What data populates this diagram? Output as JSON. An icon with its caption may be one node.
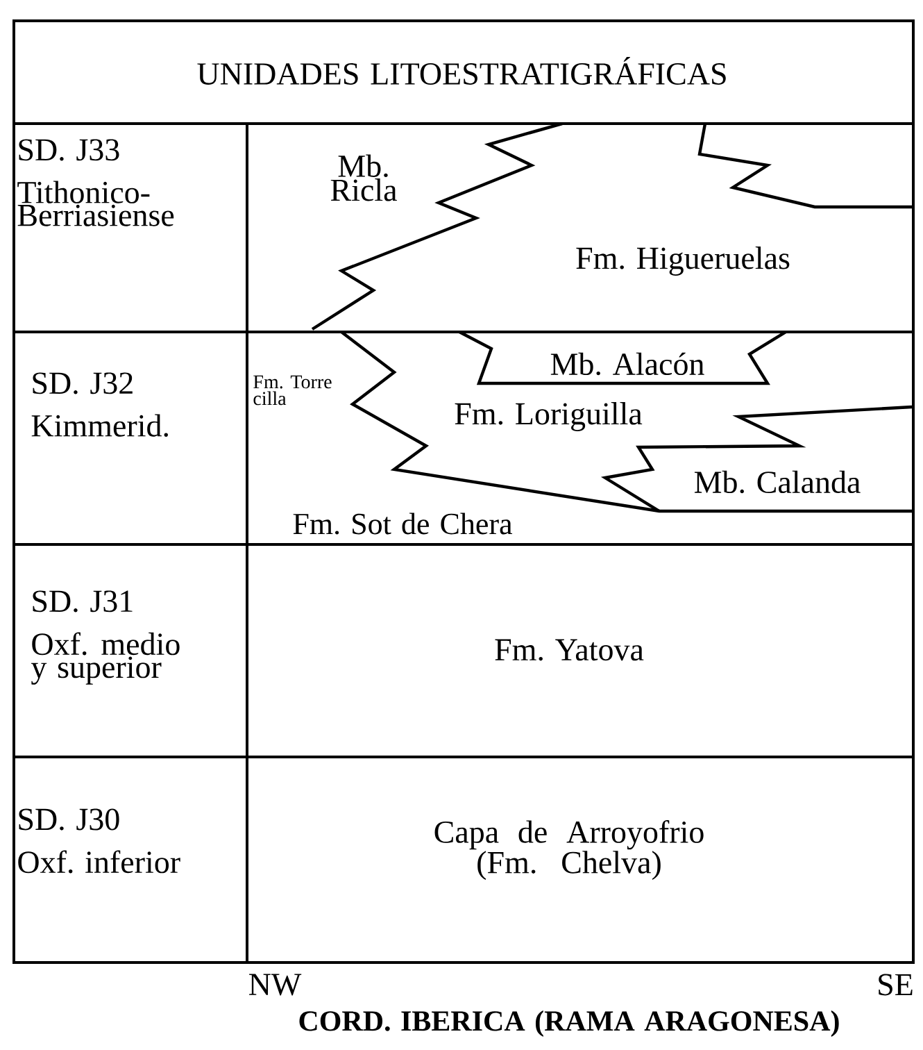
{
  "diagram": {
    "caption": "CORD. IBERICA (RAMA ARAGONESA)",
    "nodes": [
      {
        "text": [
          "UNIDADES LITOESTRATIGRÁFICAS"
        ]
      },
      {
        "text": [
          "SD. J33",
          "Tithonico-Berriasiense"
        ]
      },
      {
        "text": [
          "Mb. Ricla",
          "Fm. Higueruelas"
        ]
      },
      {
        "text": [
          "SD. J32",
          "Kimmerid."
        ]
      },
      {
        "text": [
          "Fm. Torre cilla",
          "Mb. Alacón",
          "Fm. Loriguilla",
          "Mb. Calanda",
          "Fm. Sot de Chera"
        ]
      },
      {
        "text": [
          "SD. J31",
          "Oxf. medio y superior"
        ]
      },
      {
        "text": [
          "Fm. Yatova"
        ]
      },
      {
        "text": [
          "SD. J30",
          "Oxf. inferior"
        ]
      },
      {
        "text": [
          "Capa de Arroyofrio (Fm. Chelva)"
        ]
      }
    ],
    "labels": [
      "NW",
      "SE"
    ]
  }
}
